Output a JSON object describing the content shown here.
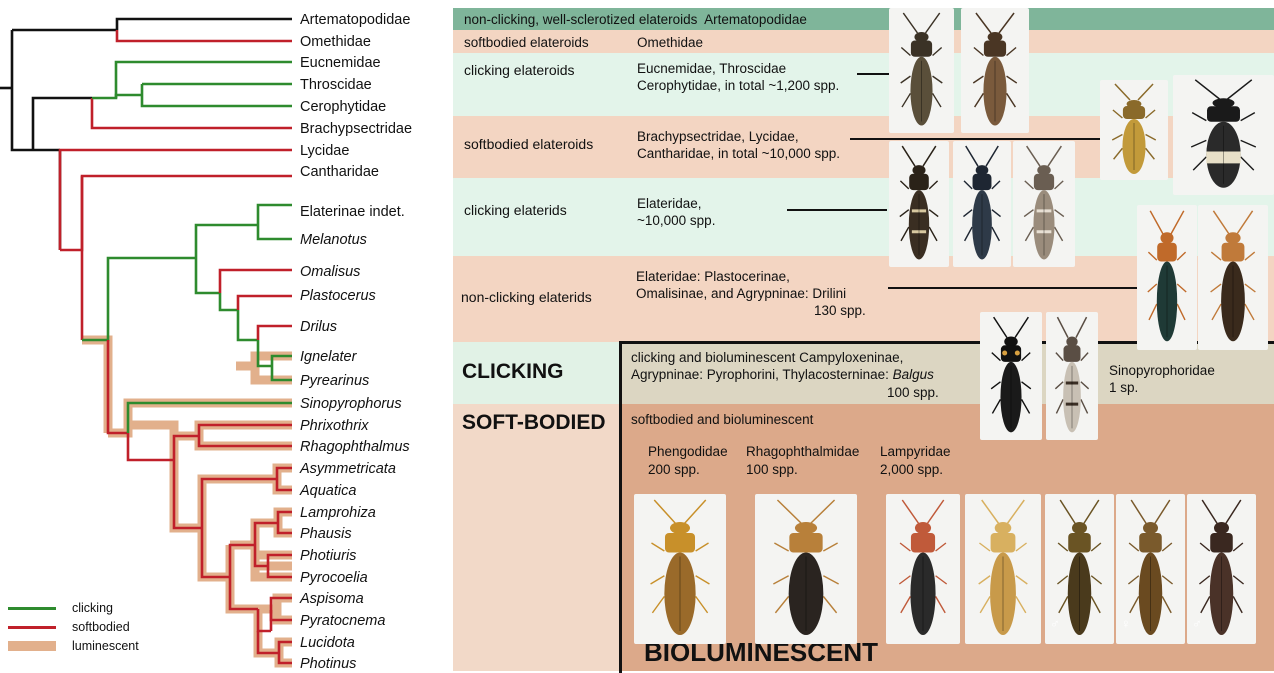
{
  "tree": {
    "taxa": [
      {
        "name": "Artematopodidae",
        "italic": false
      },
      {
        "name": "Omethidae",
        "italic": false
      },
      {
        "name": "Eucnemidae",
        "italic": false
      },
      {
        "name": "Throscidae",
        "italic": false
      },
      {
        "name": "Cerophytidae",
        "italic": false
      },
      {
        "name": "Brachypsectridae",
        "italic": false
      },
      {
        "name": "Lycidae",
        "italic": false
      },
      {
        "name": "Cantharidae",
        "italic": false
      },
      {
        "name": "Elaterinae indet.",
        "italic": false
      },
      {
        "name": "Melanotus",
        "italic": true
      },
      {
        "name": "Omalisus",
        "italic": true
      },
      {
        "name": "Plastocerus",
        "italic": true
      },
      {
        "name": "Drilus",
        "italic": true
      },
      {
        "name": "Ignelater",
        "italic": true
      },
      {
        "name": "Pyrearinus",
        "italic": true
      },
      {
        "name": "Sinopyrophorus",
        "italic": true
      },
      {
        "name": "Phrixothrix",
        "italic": true
      },
      {
        "name": "Rhagophthalmus",
        "italic": true
      },
      {
        "name": "Asymmetricata",
        "italic": true
      },
      {
        "name": "Aquatica",
        "italic": true
      },
      {
        "name": "Lamprohiza",
        "italic": true
      },
      {
        "name": "Phausis",
        "italic": true
      },
      {
        "name": "Photiuris",
        "italic": true
      },
      {
        "name": "Pyrocoelia",
        "italic": true
      },
      {
        "name": "Aspisoma",
        "italic": true
      },
      {
        "name": "Pyratocnema",
        "italic": true
      },
      {
        "name": "Lucidota",
        "italic": true
      },
      {
        "name": "Photinus",
        "italic": true
      }
    ]
  },
  "legend": {
    "items": [
      {
        "label": "clicking",
        "color": "#2e8b2e"
      },
      {
        "label": "softbodied",
        "color": "#c0202a"
      },
      {
        "label": "luminescent",
        "color": "#e2b08c"
      }
    ]
  },
  "colors": {
    "clicking": "#2e8b2e",
    "softbodied": "#c0202a",
    "luminescent": "#e2b08c",
    "basal": "#111111",
    "band_teal": "#7fb59a",
    "band_peach": "#f3d5c2",
    "band_mint": "#e3f4ea",
    "band_clicking": "#e1f2e6",
    "band_softbodied_left": "#f2d9c8",
    "band_biolum": "#dca98a",
    "band_click_biolum": "#dcd6c2"
  },
  "panel": {
    "rows": [
      {
        "category": "non-clicking, well-sclerotized elateroids",
        "families": "Artematopodidae"
      },
      {
        "category": "softbodied elateroids",
        "families": "Omethidae"
      },
      {
        "category": "clicking elateroids",
        "families": "Eucnemidae, Throscidae",
        "families2": "Cerophytidae, in total ~1,200 spp."
      },
      {
        "category": "softbodied elateroids",
        "families": "Brachypsectridae, Lycidae,",
        "families2": "Cantharidae, in total ~10,000 spp."
      },
      {
        "category": "clicking elaterids",
        "families": "Elateridae,",
        "families2": "~10,000 spp."
      },
      {
        "category": "non-clicking  elaterids",
        "families": "Elateridae:  Plastocerinae,",
        "families2": "Omalisinae, and Agrypninae: Drilini",
        "count": "130 spp."
      }
    ],
    "clicking_label": "CLICKING",
    "softbodied_label": "SOFT-BODIED",
    "click_biolum": {
      "line1": "clicking and bioluminescent   Campyloxeninae,",
      "line2_prefix": "Agrypninae: Pyrophorini, Thylacosterninae: ",
      "line2_italic": "Balgus",
      "count": "100 spp."
    },
    "sinopyro": {
      "name": "Sinopyrophoridae",
      "count": "1 sp."
    },
    "soft_biolum": {
      "title": "softbodied and bioluminescent",
      "families": [
        {
          "name": "Phengodidae",
          "count": "200 spp."
        },
        {
          "name": "Rhagophthalmidae",
          "count": "100 spp."
        },
        {
          "name": "Lampyridae",
          "count": "2,000 spp."
        }
      ]
    },
    "bioluminescent_label": "BIOLUMINESCENT",
    "sex_symbols": [
      "♂",
      "♀",
      "♂"
    ]
  }
}
